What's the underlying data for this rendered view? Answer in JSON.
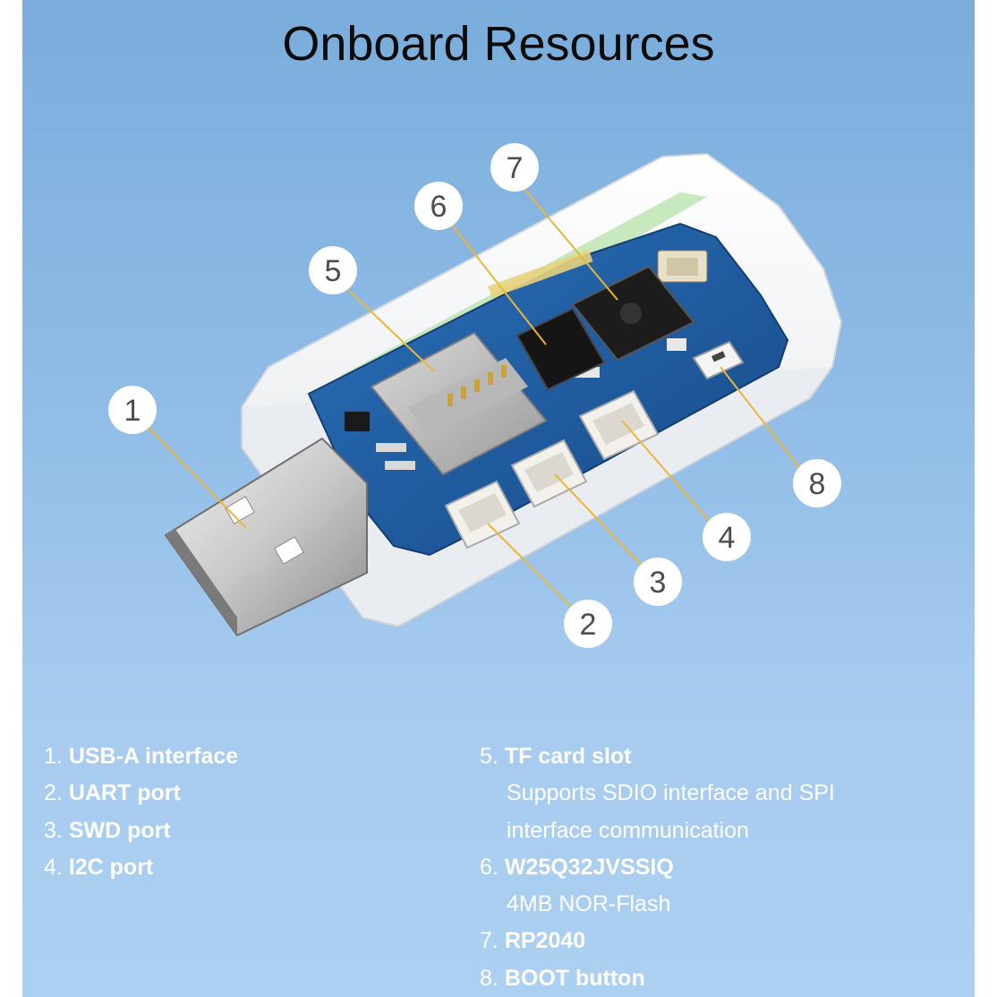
{
  "title": "Onboard Resources",
  "callouts": [
    "1",
    "2",
    "3",
    "4",
    "5",
    "6",
    "7",
    "8"
  ],
  "features": [
    {
      "num": "1.",
      "label": "USB-A interface",
      "desc": []
    },
    {
      "num": "2.",
      "label": "UART port",
      "desc": []
    },
    {
      "num": "3.",
      "label": "SWD port",
      "desc": []
    },
    {
      "num": "4.",
      "label": "I2C port",
      "desc": []
    },
    {
      "num": "5.",
      "label": "TF card slot",
      "desc": [
        "Supports SDIO interface and SPI",
        "interface communication"
      ]
    },
    {
      "num": "6.",
      "label": "W25Q32JVSSIQ",
      "desc": [
        "4MB NOR-Flash"
      ]
    },
    {
      "num": "7.",
      "label": "RP2040",
      "desc": []
    },
    {
      "num": "8.",
      "label": "BOOT button",
      "desc": []
    }
  ],
  "colors": {
    "background_top": "#7aaddc",
    "background_bottom": "#acd0f1",
    "pcb": "#1f5a9e",
    "callout_line": "#e8b73a",
    "callout_circle": "#ffffff",
    "list_text": "#ffffff"
  }
}
